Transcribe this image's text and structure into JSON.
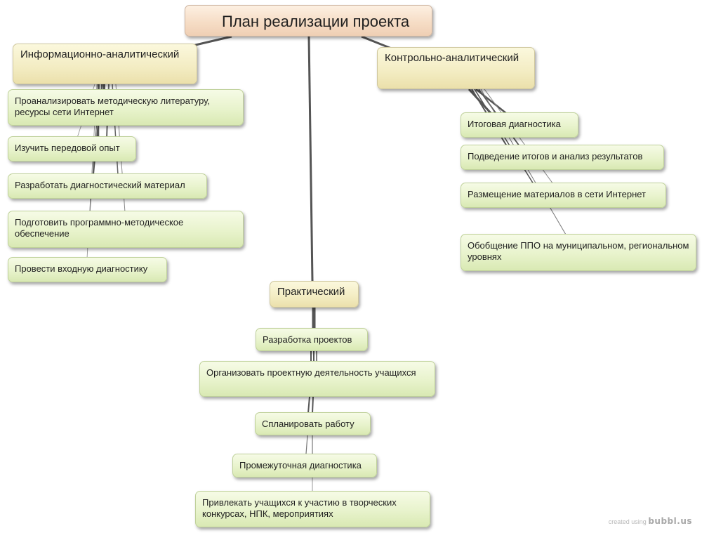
{
  "root": {
    "label": "План реализации проекта"
  },
  "branches": [
    {
      "id": "info",
      "label": "Информационно-аналитический",
      "children": [
        "Проанализировать методическую литературу, ресурсы сети Интернет",
        "Изучить передовой опыт",
        "Разработать диагностический материал",
        "Подготовить программно-методическое обеспечение",
        "Провести входную диагностику"
      ]
    },
    {
      "id": "control",
      "label": "Контрольно-аналитический",
      "children": [
        "Итоговая диагностика",
        "Подведение итогов и анализ результатов",
        "Размещение материалов в сети Интернет",
        "Обобщение ППО на муниципальном, региональном уровнях"
      ]
    },
    {
      "id": "practical",
      "label": "Практический",
      "children": [
        "Разработка проектов",
        "Организовать проектную деятельность учащихся",
        "Спланировать работу",
        "Промежуточная диагностика",
        "Привлекать учащихся к участию  в творческих конкурсах, НПК, мероприятиях"
      ]
    }
  ],
  "watermark": {
    "prefix": "created using",
    "brand": "bubbl.us"
  },
  "colors": {
    "root_fill": "#f6ddc6",
    "category_fill": "#f3ecc2",
    "leaf_fill": "#e8f3cc",
    "connector": "#555555"
  }
}
